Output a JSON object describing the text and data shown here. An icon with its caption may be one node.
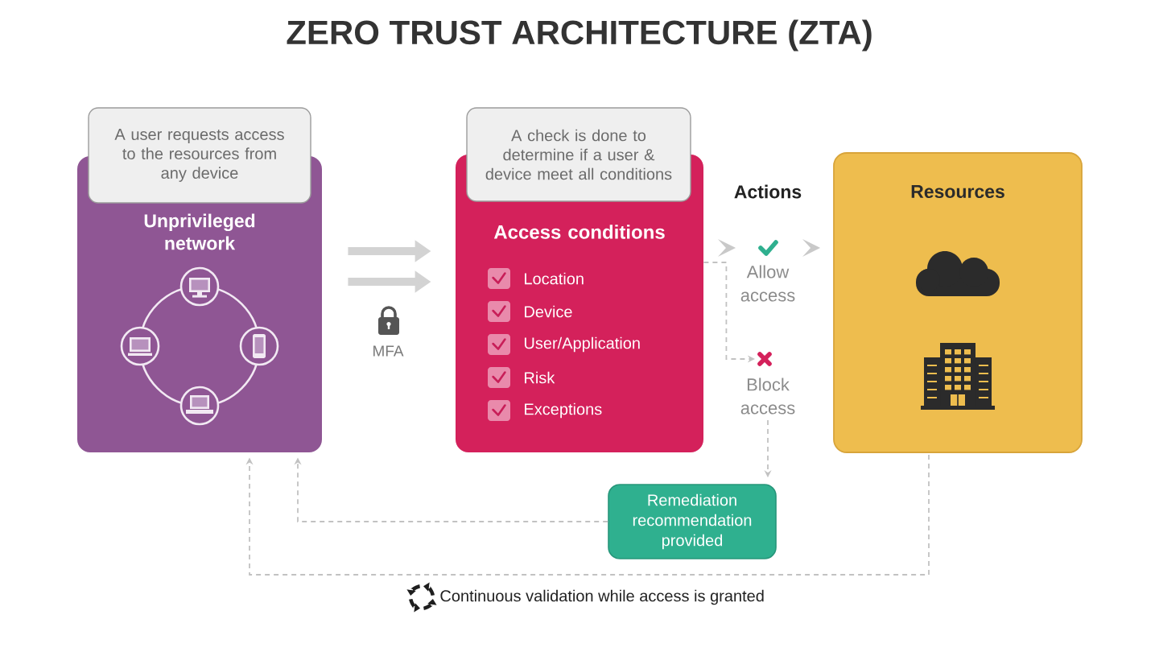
{
  "diagram": {
    "title": "ZERO TRUST ARCHITECTURE (ZTA)",
    "nodes": [
      {
        "text": [
          "A user requests access to the resources from any device"
        ]
      },
      {
        "text": [
          "Unprivileged network"
        ]
      },
      {
        "text": [
          "A check is done to determine if a user & device meet all conditions"
        ]
      },
      {
        "text": [
          "Access conditions",
          "Location",
          "Device",
          "User/Application",
          "Risk",
          "Exceptions"
        ]
      },
      {
        "text": [
          "Allow access"
        ]
      },
      {
        "text": [
          "Block access"
        ]
      },
      {
        "text": [
          "Resources"
        ]
      },
      {
        "text": [
          "Remediation recommendation provided"
        ]
      }
    ],
    "edges": [
      {
        "from": 1,
        "to": 3,
        "arrow": "to",
        "style": "thick"
      },
      {
        "from": 1,
        "to": 3,
        "arrow": "to",
        "style": "thick"
      },
      {
        "from": 3,
        "to": 4,
        "arrow": "to"
      },
      {
        "from": 4,
        "to": 6,
        "arrow": "to"
      },
      {
        "from": 3,
        "to": 5,
        "arrow": "to",
        "style": "dashed"
      },
      {
        "from": 5,
        "to": 7,
        "arrow": "to",
        "style": "dashed"
      },
      {
        "from": 7,
        "to": 1,
        "arrow": "to",
        "style": "dashed"
      },
      {
        "from": 6,
        "to": 1,
        "arrow": "to",
        "style": "dashed"
      }
    ],
    "labels": [
      "MFA",
      "Actions",
      "Continuous validation while access is granted"
    ]
  }
}
